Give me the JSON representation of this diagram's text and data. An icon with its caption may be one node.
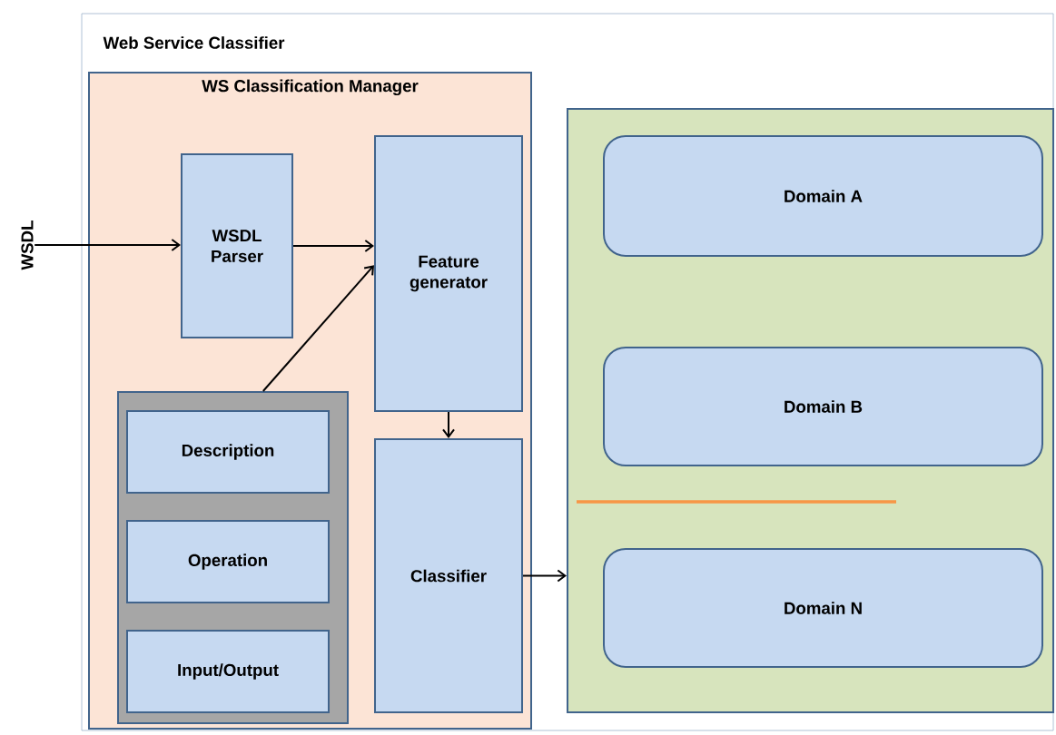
{
  "diagram": {
    "nodes": [
      {
        "text": [
          "WSDL"
        ]
      },
      {
        "text": [
          "Web Service Classifier"
        ]
      },
      {
        "text": [
          "WS Classification Manager"
        ],
        "in": 1
      },
      {
        "text": [
          "WSDL Parser"
        ],
        "in": 2
      },
      {
        "text": [
          "Feature generator"
        ],
        "in": 2
      },
      {
        "text": [],
        "shape": "box",
        "in": 2
      },
      {
        "text": [
          "Description"
        ],
        "in": 5
      },
      {
        "text": [
          "Operation"
        ],
        "in": 5
      },
      {
        "text": [
          "Input/Output"
        ],
        "in": 5
      },
      {
        "text": [
          "Classifier"
        ],
        "in": 2
      },
      {
        "text": [],
        "shape": "box",
        "in": 1
      },
      {
        "text": [
          "Domain A"
        ],
        "in": 10
      },
      {
        "text": [
          "Domain B"
        ],
        "in": 10
      },
      {
        "text": [
          "Domain N"
        ],
        "in": 10
      }
    ],
    "edges": [
      {
        "from": 0,
        "to": 3,
        "arrow": "to"
      },
      {
        "from": 3,
        "to": 4,
        "arrow": "to"
      },
      {
        "from": 5,
        "to": 4,
        "arrow": "to"
      },
      {
        "from": 4,
        "to": 9,
        "arrow": "to"
      },
      {
        "from": 9,
        "to": 10,
        "arrow": "to"
      }
    ]
  }
}
